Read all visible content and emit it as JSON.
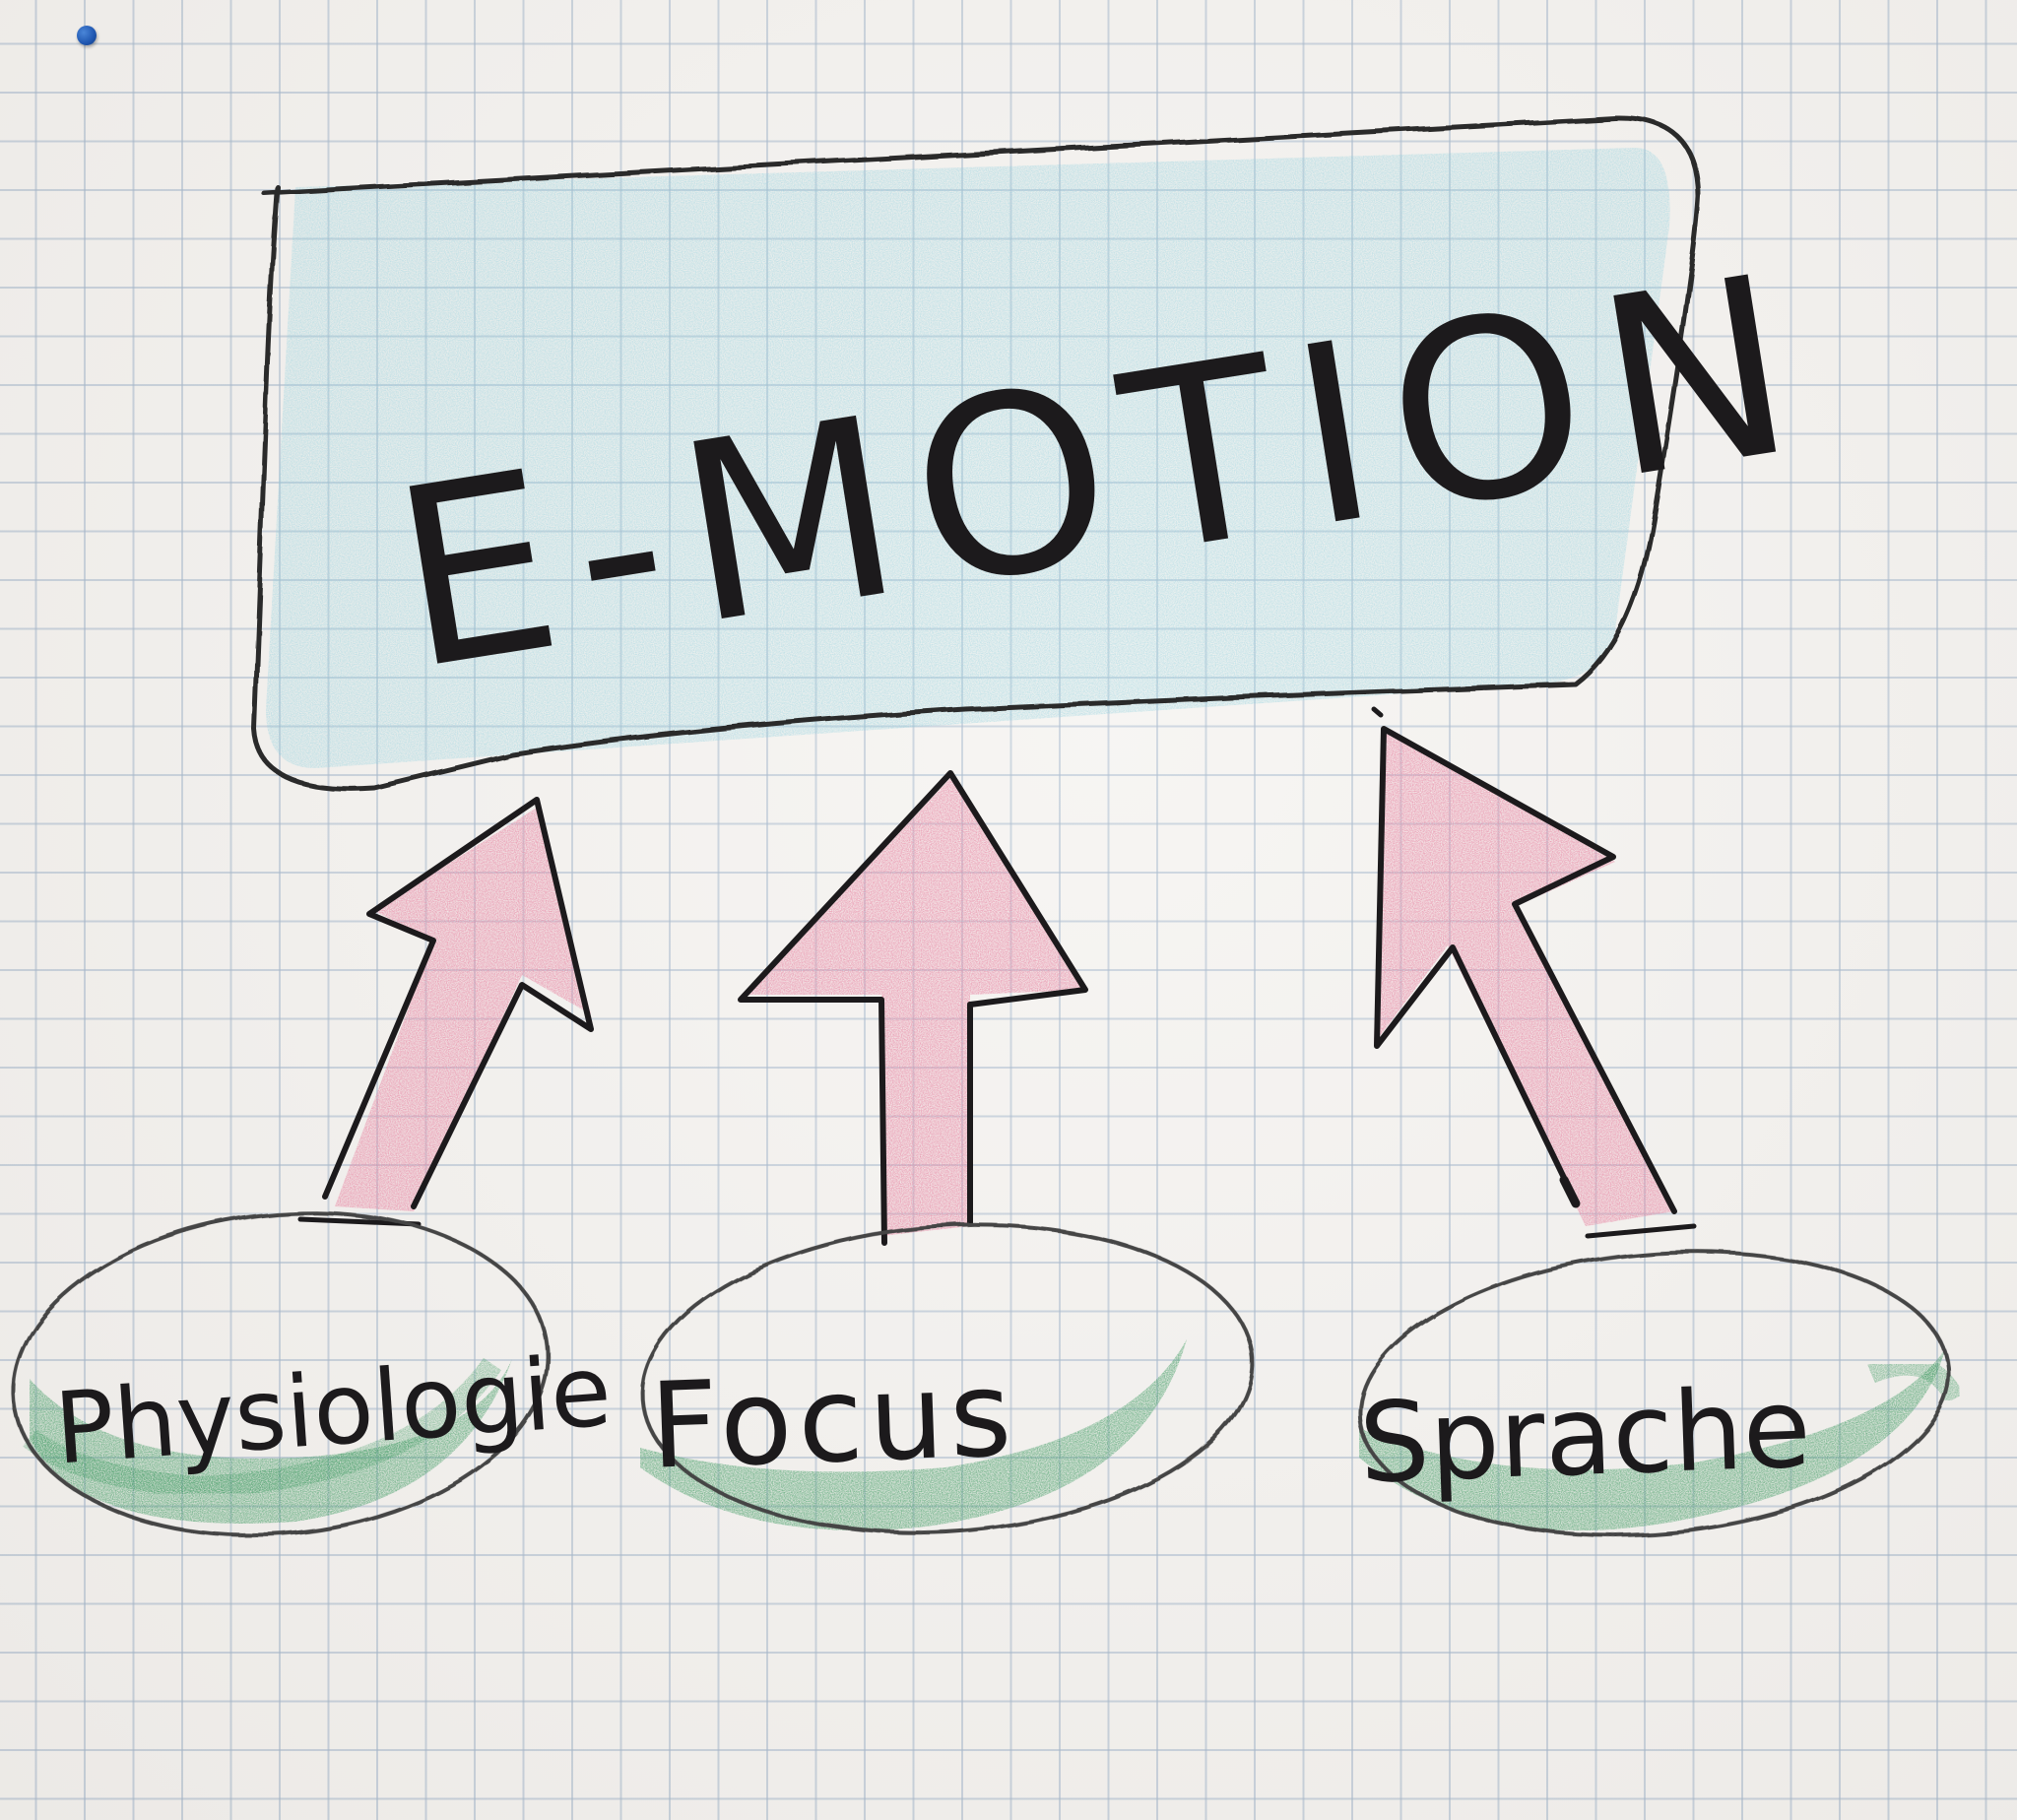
{
  "diagram": {
    "main_box": {
      "label": "E-MOTION",
      "fill_color": "#8fd0de",
      "stroke_color": "#2a2a2a"
    },
    "arrow_color": "#e88aa6",
    "ellipse_highlight_color": "#3f9a62",
    "sources": [
      {
        "label": "Physiologie"
      },
      {
        "label": "Focus"
      },
      {
        "label": "Sprache"
      }
    ]
  }
}
